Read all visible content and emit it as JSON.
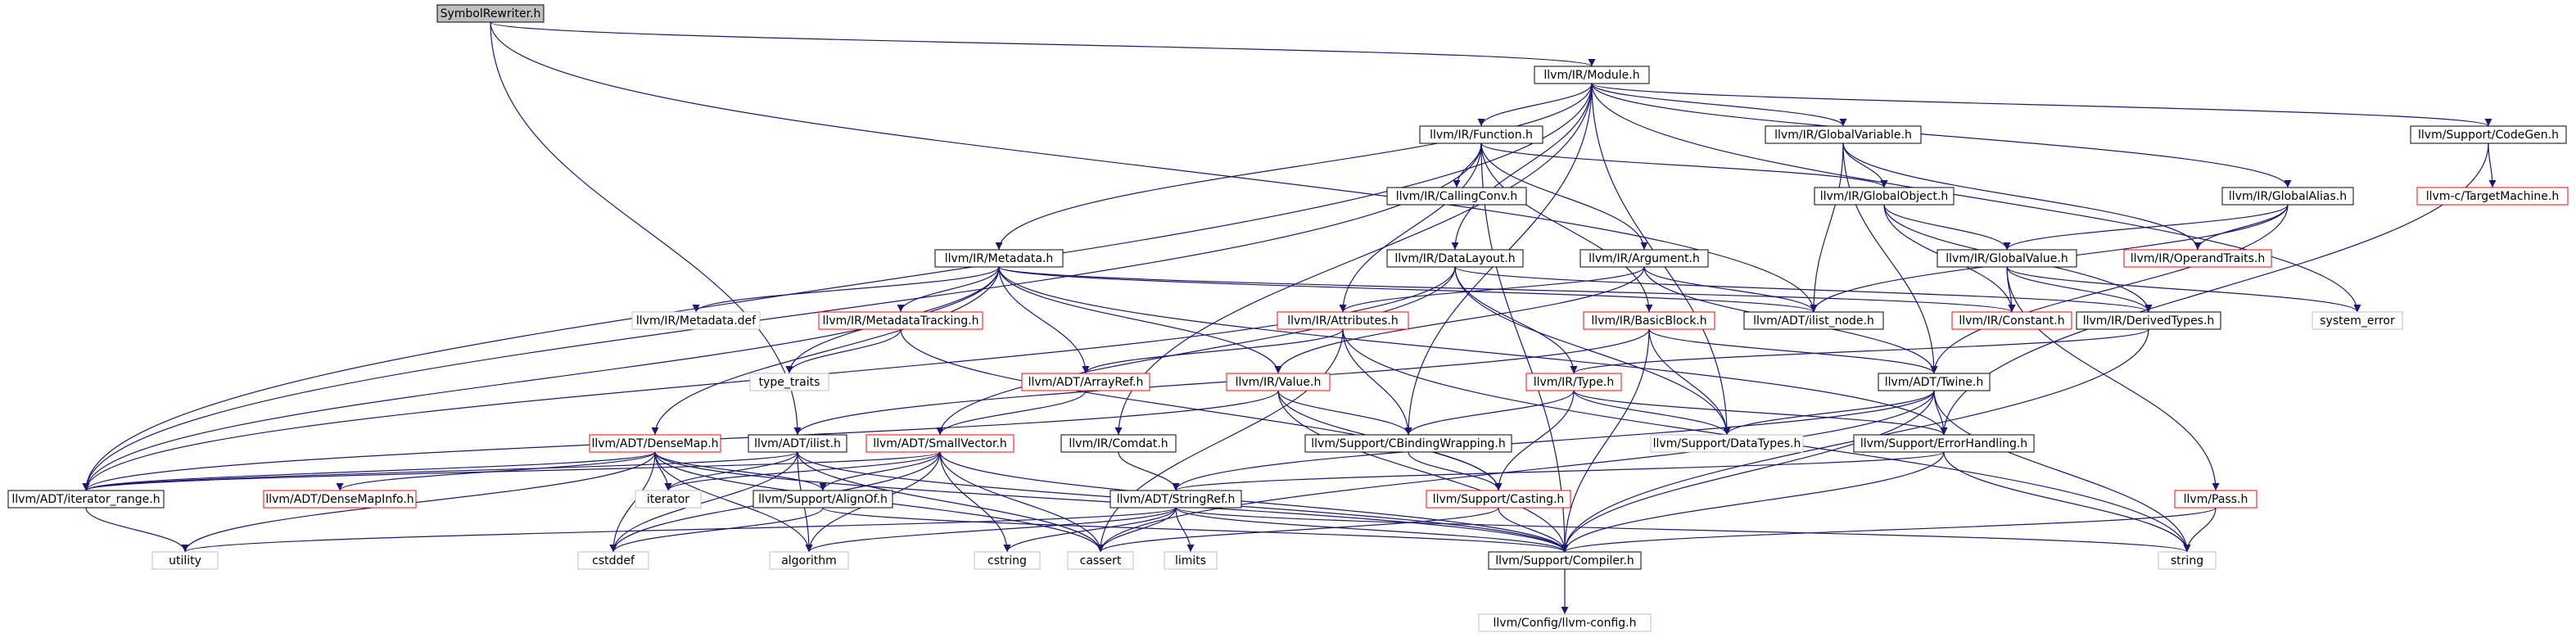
{
  "graph": {
    "colors": {
      "edge": "#191970",
      "black": "#000000",
      "red": "#ff0000",
      "grey": "#bfbfbf",
      "rootFill": "#bfbfbf",
      "text": "#000000"
    },
    "nodes": [
      {
        "id": "sr",
        "label": "SymbolRewriter.h",
        "style": "root"
      },
      {
        "id": "module",
        "label": "llvm/IR/Module.h",
        "style": "black"
      },
      {
        "id": "function",
        "label": "llvm/IR/Function.h",
        "style": "black"
      },
      {
        "id": "globalvariable",
        "label": "llvm/IR/GlobalVariable.h",
        "style": "black"
      },
      {
        "id": "codegen",
        "label": "llvm/Support/CodeGen.h",
        "style": "black"
      },
      {
        "id": "targetmachine",
        "label": "llvm-c/TargetMachine.h",
        "style": "red"
      },
      {
        "id": "callingconv",
        "label": "llvm/IR/CallingConv.h",
        "style": "black"
      },
      {
        "id": "globalobject",
        "label": "llvm/IR/GlobalObject.h",
        "style": "black"
      },
      {
        "id": "globalalias",
        "label": "llvm/IR/GlobalAlias.h",
        "style": "black"
      },
      {
        "id": "metadata",
        "label": "llvm/IR/Metadata.h",
        "style": "black"
      },
      {
        "id": "datalayout",
        "label": "llvm/IR/DataLayout.h",
        "style": "black"
      },
      {
        "id": "argument",
        "label": "llvm/IR/Argument.h",
        "style": "black"
      },
      {
        "id": "globalvalue",
        "label": "llvm/IR/GlobalValue.h",
        "style": "black"
      },
      {
        "id": "operandtraits",
        "label": "llvm/IR/OperandTraits.h",
        "style": "red"
      },
      {
        "id": "metadatadef",
        "label": "llvm/IR/Metadata.def",
        "style": "grey"
      },
      {
        "id": "metadatatracking",
        "label": "llvm/IR/MetadataTracking.h",
        "style": "red"
      },
      {
        "id": "attributes",
        "label": "llvm/IR/Attributes.h",
        "style": "red"
      },
      {
        "id": "basicblock",
        "label": "llvm/IR/BasicBlock.h",
        "style": "red"
      },
      {
        "id": "ilistnode",
        "label": "llvm/ADT/ilist_node.h",
        "style": "black"
      },
      {
        "id": "constant",
        "label": "llvm/IR/Constant.h",
        "style": "red"
      },
      {
        "id": "derivedtypes",
        "label": "llvm/IR/DerivedTypes.h",
        "style": "black"
      },
      {
        "id": "systemerror",
        "label": "system_error",
        "style": "grey"
      },
      {
        "id": "typetraits",
        "label": "type_traits",
        "style": "grey"
      },
      {
        "id": "arrayref",
        "label": "llvm/ADT/ArrayRef.h",
        "style": "red"
      },
      {
        "id": "value",
        "label": "llvm/IR/Value.h",
        "style": "red"
      },
      {
        "id": "type",
        "label": "llvm/IR/Type.h",
        "style": "red"
      },
      {
        "id": "twine",
        "label": "llvm/ADT/Twine.h",
        "style": "black"
      },
      {
        "id": "densemap",
        "label": "llvm/ADT/DenseMap.h",
        "style": "red"
      },
      {
        "id": "ilist",
        "label": "llvm/ADT/ilist.h",
        "style": "black"
      },
      {
        "id": "smallvector",
        "label": "llvm/ADT/SmallVector.h",
        "style": "red"
      },
      {
        "id": "comdat",
        "label": "llvm/IR/Comdat.h",
        "style": "black"
      },
      {
        "id": "cbindingwrapping",
        "label": "llvm/Support/CBindingWrapping.h",
        "style": "black"
      },
      {
        "id": "datatypes",
        "label": "llvm/Support/DataTypes.h",
        "style": "grey"
      },
      {
        "id": "errorhandling",
        "label": "llvm/Support/ErrorHandling.h",
        "style": "black"
      },
      {
        "id": "iteratorrange",
        "label": "llvm/ADT/iterator_range.h",
        "style": "black"
      },
      {
        "id": "densemapinfo",
        "label": "llvm/ADT/DenseMapInfo.h",
        "style": "red"
      },
      {
        "id": "iterator",
        "label": "iterator",
        "style": "grey"
      },
      {
        "id": "alignof",
        "label": "llvm/Support/AlignOf.h",
        "style": "black"
      },
      {
        "id": "stringref",
        "label": "llvm/ADT/StringRef.h",
        "style": "black"
      },
      {
        "id": "casting",
        "label": "llvm/Support/Casting.h",
        "style": "red"
      },
      {
        "id": "pass",
        "label": "llvm/Pass.h",
        "style": "red"
      },
      {
        "id": "utility",
        "label": "utility",
        "style": "grey"
      },
      {
        "id": "cstddef",
        "label": "cstddef",
        "style": "grey"
      },
      {
        "id": "algorithm",
        "label": "algorithm",
        "style": "grey"
      },
      {
        "id": "cstring",
        "label": "cstring",
        "style": "grey"
      },
      {
        "id": "cassert",
        "label": "cassert",
        "style": "grey"
      },
      {
        "id": "limits",
        "label": "limits",
        "style": "grey"
      },
      {
        "id": "compiler",
        "label": "llvm/Support/Compiler.h",
        "style": "black"
      },
      {
        "id": "string",
        "label": "string",
        "style": "grey"
      },
      {
        "id": "llvmconfig",
        "label": "llvm/Config/llvm-config.h",
        "style": "grey"
      }
    ],
    "edges": [
      [
        "sr",
        "module"
      ],
      [
        "sr",
        "ilist"
      ],
      [
        "sr",
        "ilistnode"
      ],
      [
        "module",
        "function"
      ],
      [
        "module",
        "globalvariable"
      ],
      [
        "module",
        "codegen"
      ],
      [
        "module",
        "globalalias"
      ],
      [
        "module",
        "metadata"
      ],
      [
        "module",
        "datalayout"
      ],
      [
        "module",
        "comdat"
      ],
      [
        "module",
        "cbindingwrapping"
      ],
      [
        "module",
        "iteratorrange"
      ],
      [
        "module",
        "systemerror"
      ],
      [
        "module",
        "datatypes"
      ],
      [
        "codegen",
        "targetmachine"
      ],
      [
        "codegen",
        "errorhandling"
      ],
      [
        "function",
        "callingconv"
      ],
      [
        "function",
        "argument"
      ],
      [
        "function",
        "attributes"
      ],
      [
        "function",
        "basicblock"
      ],
      [
        "function",
        "globalobject"
      ],
      [
        "function",
        "iteratorrange"
      ],
      [
        "function",
        "compiler"
      ],
      [
        "globalvariable",
        "globalobject"
      ],
      [
        "globalvariable",
        "ilistnode"
      ],
      [
        "globalvariable",
        "operandtraits"
      ],
      [
        "globalvariable",
        "twine"
      ],
      [
        "globalobject",
        "globalvalue"
      ],
      [
        "globalobject",
        "constant"
      ],
      [
        "globalobject",
        "derivedtypes"
      ],
      [
        "globalalias",
        "globalvalue"
      ],
      [
        "globalalias",
        "operandtraits"
      ],
      [
        "globalalias",
        "ilistnode"
      ],
      [
        "globalalias",
        "twine"
      ],
      [
        "globalvalue",
        "constant"
      ],
      [
        "globalvalue",
        "derivedtypes"
      ],
      [
        "globalvalue",
        "systemerror"
      ],
      [
        "globalvalue",
        "pass"
      ],
      [
        "metadata",
        "metadatadef"
      ],
      [
        "metadata",
        "metadatatracking"
      ],
      [
        "metadata",
        "typetraits"
      ],
      [
        "metadata",
        "densemap"
      ],
      [
        "metadata",
        "arrayref"
      ],
      [
        "metadata",
        "value"
      ],
      [
        "metadata",
        "ilistnode"
      ],
      [
        "metadata",
        "constant"
      ],
      [
        "metadata",
        "iteratorrange"
      ],
      [
        "metadata",
        "errorhandling"
      ],
      [
        "datalayout",
        "derivedtypes"
      ],
      [
        "datalayout",
        "type"
      ],
      [
        "datalayout",
        "smallvector"
      ],
      [
        "datalayout",
        "datatypes"
      ],
      [
        "datalayout",
        "iteratorrange"
      ],
      [
        "argument",
        "attributes"
      ],
      [
        "argument",
        "value"
      ],
      [
        "argument",
        "ilistnode"
      ],
      [
        "argument",
        "twine"
      ],
      [
        "attributes",
        "arrayref"
      ],
      [
        "attributes",
        "cbindingwrapping"
      ],
      [
        "attributes",
        "cassert"
      ],
      [
        "attributes",
        "string"
      ],
      [
        "basicblock",
        "twine"
      ],
      [
        "basicblock",
        "ilist"
      ],
      [
        "basicblock",
        "datatypes"
      ],
      [
        "basicblock",
        "compiler"
      ],
      [
        "derivedtypes",
        "type"
      ],
      [
        "derivedtypes",
        "compiler"
      ],
      [
        "metadatatracking",
        "typetraits"
      ],
      [
        "metadatatracking",
        "casting"
      ],
      [
        "arrayref",
        "smallvector"
      ],
      [
        "value",
        "cbindingwrapping"
      ],
      [
        "value",
        "iteratorrange"
      ],
      [
        "value",
        "casting"
      ],
      [
        "value",
        "compiler"
      ],
      [
        "type",
        "cbindingwrapping"
      ],
      [
        "type",
        "casting"
      ],
      [
        "type",
        "datatypes"
      ],
      [
        "type",
        "errorhandling"
      ],
      [
        "twine",
        "stringref"
      ],
      [
        "twine",
        "datatypes"
      ],
      [
        "twine",
        "errorhandling"
      ],
      [
        "twine",
        "string"
      ],
      [
        "twine",
        "compiler"
      ],
      [
        "twine",
        "cassert"
      ],
      [
        "densemap",
        "densemapinfo"
      ],
      [
        "densemap",
        "iteratorrange"
      ],
      [
        "densemap",
        "alignof"
      ],
      [
        "densemap",
        "iterator"
      ],
      [
        "densemap",
        "utility"
      ],
      [
        "densemap",
        "cstddef"
      ],
      [
        "densemap",
        "algorithm"
      ],
      [
        "densemap",
        "cassert"
      ],
      [
        "densemap",
        "compiler"
      ],
      [
        "ilist",
        "iterator"
      ],
      [
        "ilist",
        "cstddef"
      ],
      [
        "ilist",
        "algorithm"
      ],
      [
        "ilist",
        "cassert"
      ],
      [
        "ilist",
        "compiler"
      ],
      [
        "ilist",
        "iteratorrange"
      ],
      [
        "smallvector",
        "alignof"
      ],
      [
        "smallvector",
        "cstddef"
      ],
      [
        "smallvector",
        "algorithm"
      ],
      [
        "smallvector",
        "cstring"
      ],
      [
        "smallvector",
        "cassert"
      ],
      [
        "smallvector",
        "iterator"
      ],
      [
        "smallvector",
        "compiler"
      ],
      [
        "smallvector",
        "iteratorrange"
      ],
      [
        "comdat",
        "stringref"
      ],
      [
        "cbindingwrapping",
        "casting"
      ],
      [
        "errorhandling",
        "stringref"
      ],
      [
        "errorhandling",
        "compiler"
      ],
      [
        "errorhandling",
        "string"
      ],
      [
        "iteratorrange",
        "utility"
      ],
      [
        "alignof",
        "cstddef"
      ],
      [
        "alignof",
        "compiler"
      ],
      [
        "stringref",
        "utility"
      ],
      [
        "stringref",
        "algorithm"
      ],
      [
        "stringref",
        "cstring"
      ],
      [
        "stringref",
        "cassert"
      ],
      [
        "stringref",
        "limits"
      ],
      [
        "stringref",
        "compiler"
      ],
      [
        "stringref",
        "string"
      ],
      [
        "casting",
        "cassert"
      ],
      [
        "casting",
        "compiler"
      ],
      [
        "pass",
        "compiler"
      ],
      [
        "pass",
        "string"
      ],
      [
        "compiler",
        "llvmconfig"
      ]
    ]
  }
}
